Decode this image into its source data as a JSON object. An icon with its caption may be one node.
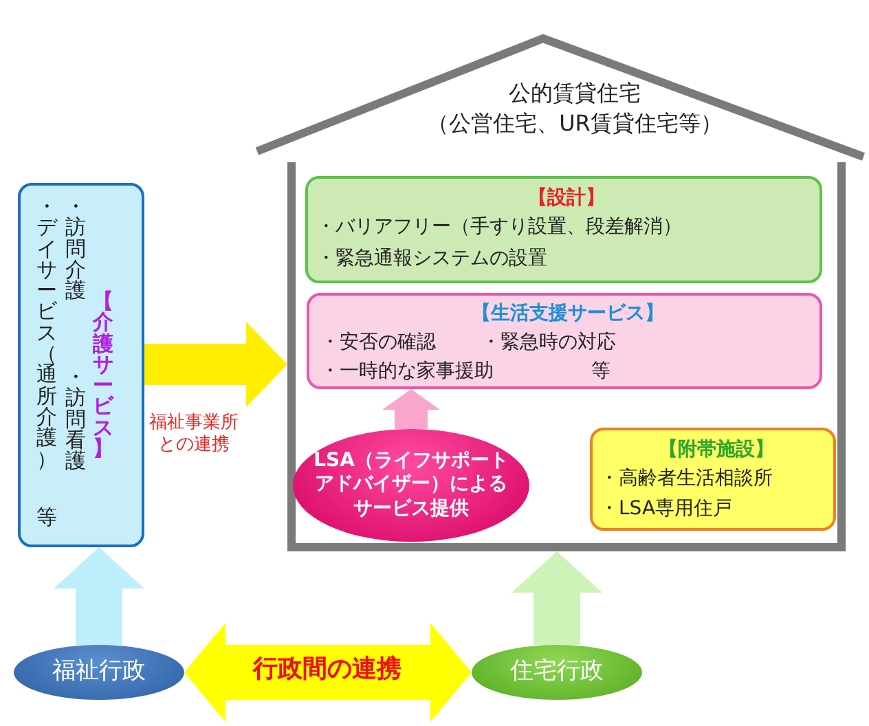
{
  "diagram": {
    "nodes": [
      {
        "text": [
          "公的賃貸住宅",
          "（公営住宅、UR賃貸住宅等）"
        ]
      },
      {
        "text": [
          "【設計】",
          "・バリアフリー（手すり設置、段差解消）",
          "・緊急通報システムの設置"
        ],
        "in": 0
      },
      {
        "text": [
          "【生活支援サービス】",
          "・安否の確認",
          "・緊急時の対応",
          "・一時的な家事援助",
          "等"
        ],
        "in": 0
      },
      {
        "text": [
          "LSA（ライフサポートアドバイザー）によるサービス提供"
        ],
        "in": 0
      },
      {
        "text": [
          "【附帯施設】",
          "・高齢者生活相談所",
          "・LSA専用住戸"
        ],
        "in": 0
      },
      {
        "text": [
          "【介護サービス】",
          "・訪問介護",
          "・訪問看護",
          "・デイサービス（通所介護）",
          "等"
        ]
      },
      {
        "text": [
          "福祉行政"
        ]
      },
      {
        "text": [
          "住宅行政"
        ]
      }
    ],
    "edges": [
      {
        "from": 5,
        "to": 0,
        "arrow": "to",
        "label": "福祉事業所との連携",
        "color": "#ffee00"
      },
      {
        "from": 3,
        "to": 2,
        "arrow": "to",
        "color": "#f9a6cc"
      },
      {
        "from": 6,
        "to": 5,
        "arrow": "to",
        "color": "#bdeefc"
      },
      {
        "from": 7,
        "to": 0,
        "arrow": "to",
        "color": "#cdf3b8"
      },
      {
        "from": 6,
        "to": 7,
        "arrow": "both",
        "label": "行政間の連携",
        "color": "#ffff00"
      }
    ]
  }
}
